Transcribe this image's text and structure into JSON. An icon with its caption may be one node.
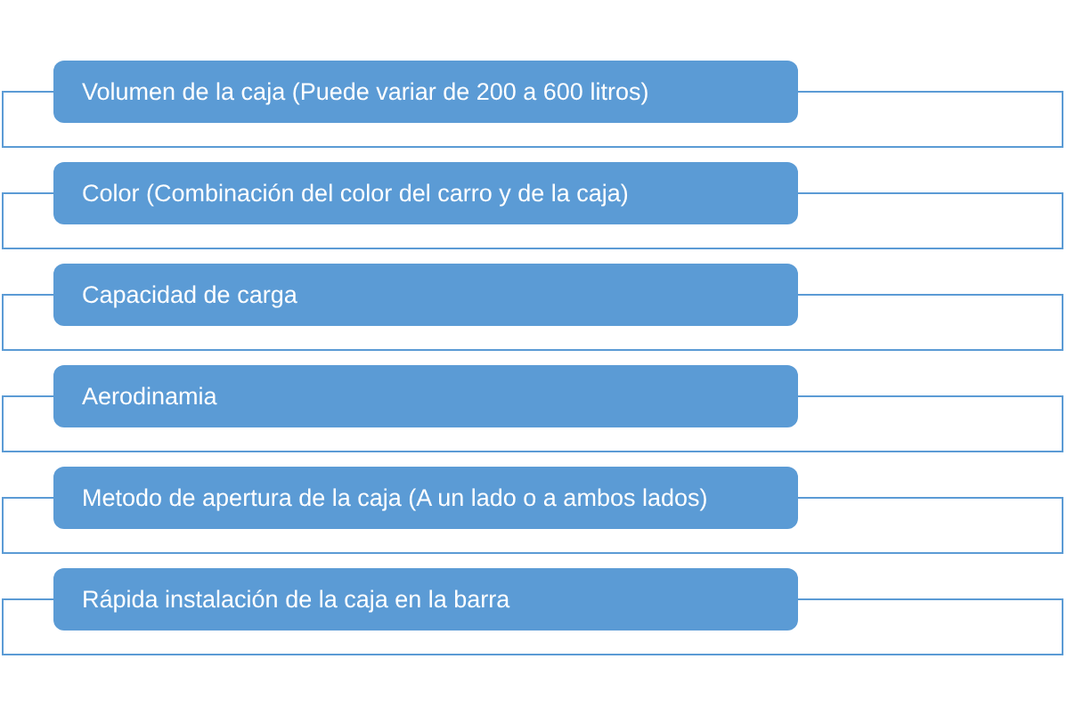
{
  "diagram": {
    "nodes": [
      {
        "text": [
          "Volumen de la caja (Puede variar de 200 a 600 litros)"
        ]
      },
      {
        "text": [
          "Color (Combinación del color del carro y de la caja)"
        ]
      },
      {
        "text": [
          "Capacidad de carga"
        ]
      },
      {
        "text": [
          "Aerodinamia"
        ]
      },
      {
        "text": [
          "Metodo de apertura de la caja (A un lado o a ambos lados)"
        ]
      },
      {
        "text": [
          "Rápida instalación de la caja en la barra"
        ]
      }
    ]
  }
}
